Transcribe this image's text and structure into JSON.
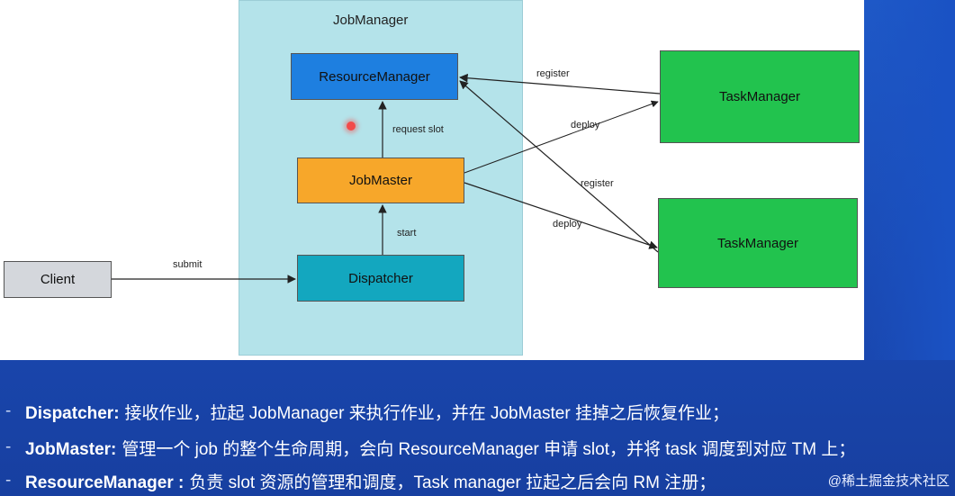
{
  "diagram": {
    "container_title": "JobManager",
    "nodes": {
      "resource_manager": "ResourceManager",
      "job_master": "JobMaster",
      "dispatcher": "Dispatcher",
      "client": "Client",
      "task_manager_1": "TaskManager",
      "task_manager_2": "TaskManager"
    },
    "edges": {
      "submit": "submit",
      "start": "start",
      "request_slot": "request slot",
      "register_top": "register",
      "deploy_top": "deploy",
      "register_bottom": "register",
      "deploy_bottom": "deploy"
    },
    "colors": {
      "jobmanager_bg": "#b4e3ea",
      "resource_manager": "#1e7fe0",
      "job_master": "#f7a72a",
      "dispatcher": "#13a7bf",
      "client": "#d4d7dc",
      "task_manager": "#22c34e",
      "slide_bg": "#1d4fb8"
    }
  },
  "bullets": [
    {
      "dash": "-",
      "term": "Dispatcher:",
      "desc": "接收作业，拉起 JobManager 来执行作业，并在 JobMaster 挂掉之后恢复作业；"
    },
    {
      "dash": "-",
      "term": "JobMaster:",
      "desc": "管理一个 job 的整个生命周期，会向 ResourceManager 申请 slot，并将 task 调度到对应 TM 上；"
    },
    {
      "dash": "-",
      "term": "ResourceManager :",
      "desc": "负责 slot 资源的管理和调度，Task manager 拉起之后会向 RM 注册；"
    }
  ],
  "watermark": "@稀土掘金技术社区"
}
